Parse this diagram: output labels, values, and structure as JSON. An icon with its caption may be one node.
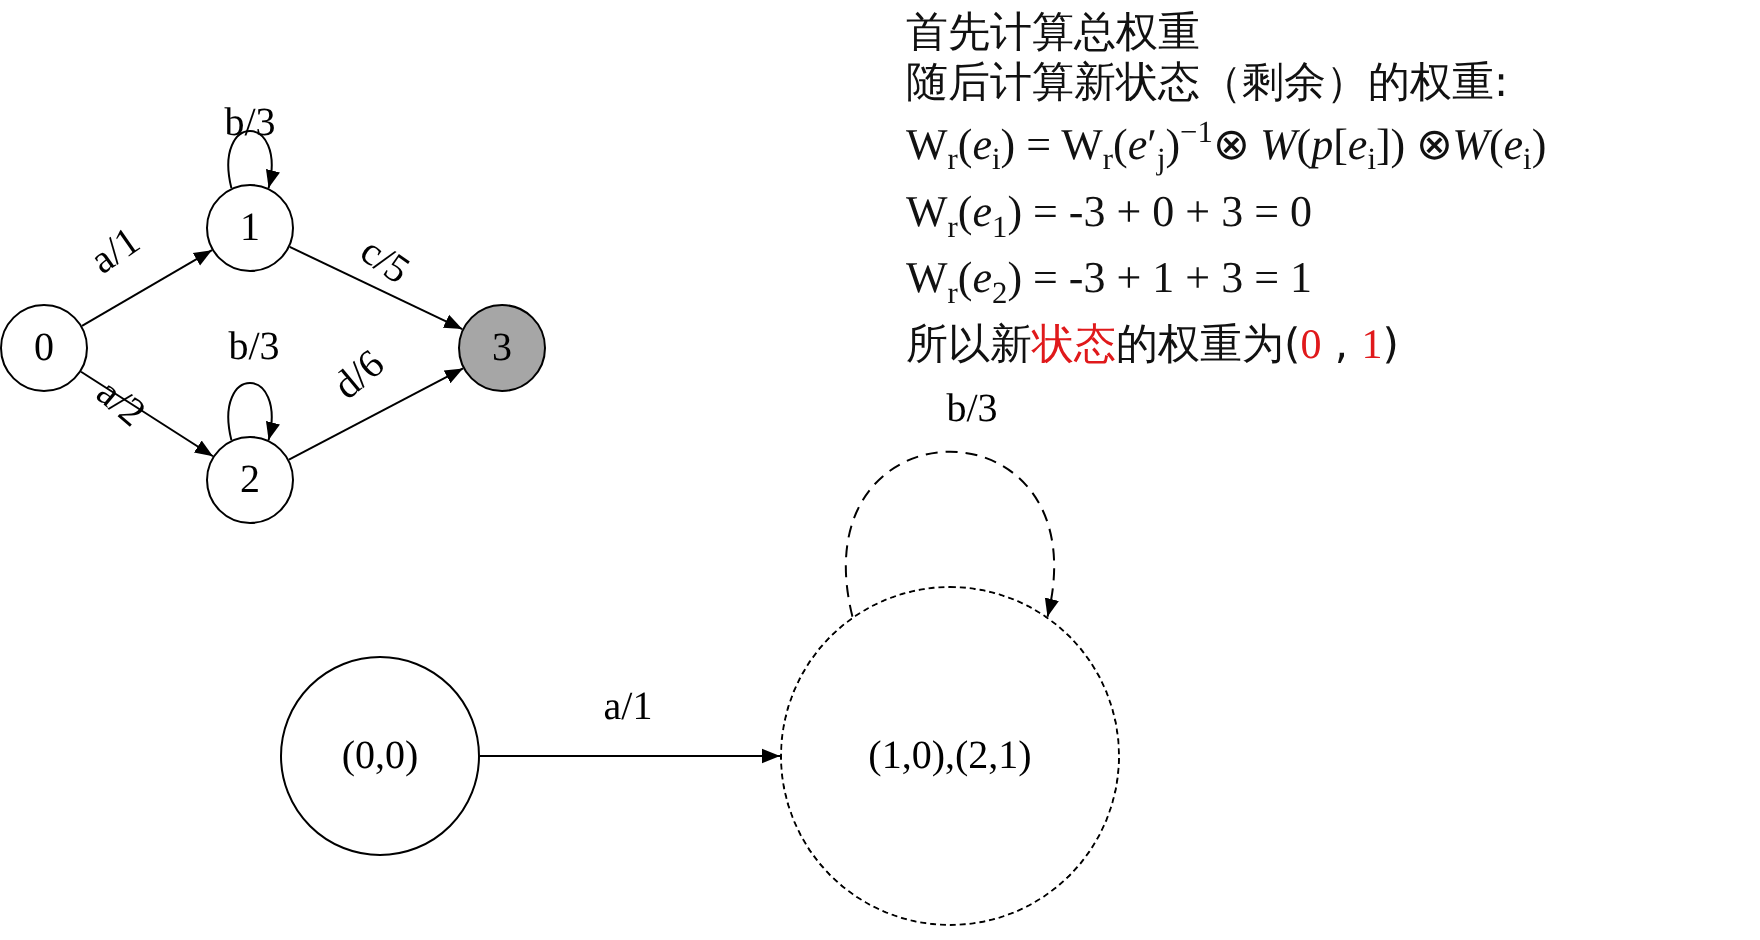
{
  "diagram": {
    "nodes": [
      {
        "text": [
          "0"
        ]
      },
      {
        "text": [
          "1"
        ]
      },
      {
        "text": [
          "2"
        ]
      },
      {
        "text": [
          "3"
        ]
      },
      {
        "text": [
          "(0,0)"
        ]
      },
      {
        "text": [
          "(1,0),(2,1)"
        ]
      }
    ],
    "edges": [
      {
        "from": 0,
        "to": 1,
        "arrow": "to",
        "label": "a/1"
      },
      {
        "from": 1,
        "to": 1,
        "arrow": "to",
        "label": "b/3"
      },
      {
        "from": 0,
        "to": 2,
        "arrow": "to",
        "label": "a/2"
      },
      {
        "from": 2,
        "to": 2,
        "arrow": "to",
        "label": "b/3"
      },
      {
        "from": 1,
        "to": 3,
        "arrow": "to",
        "label": "c/5"
      },
      {
        "from": 2,
        "to": 3,
        "arrow": "to",
        "label": "d/6"
      },
      {
        "from": 4,
        "to": 5,
        "arrow": "to",
        "label": "a/1"
      },
      {
        "from": 5,
        "to": 5,
        "arrow": "to",
        "label": "b/3",
        "style": "dashed"
      }
    ],
    "labels": [
      "首先计算总权重",
      "随后计算新状态（剩余）的权重:",
      "W$_{r}$(*e*$_{i}$) = W$_{r}$(*e*′$_{j}$)$^{−1}$⊗ *W*(*p*[*e*$_{i}$]) ⊗*W*(*e*$_{i}$)",
      "W$_{r}$(*e*$_{1}$) = -3 + 0 + 3 = 0",
      "W$_{r}$(*e*$_{2}$) = -3 + 1 + 3 = 1",
      "所以新**状态**的权重为(**0** , **1**)"
    ]
  }
}
